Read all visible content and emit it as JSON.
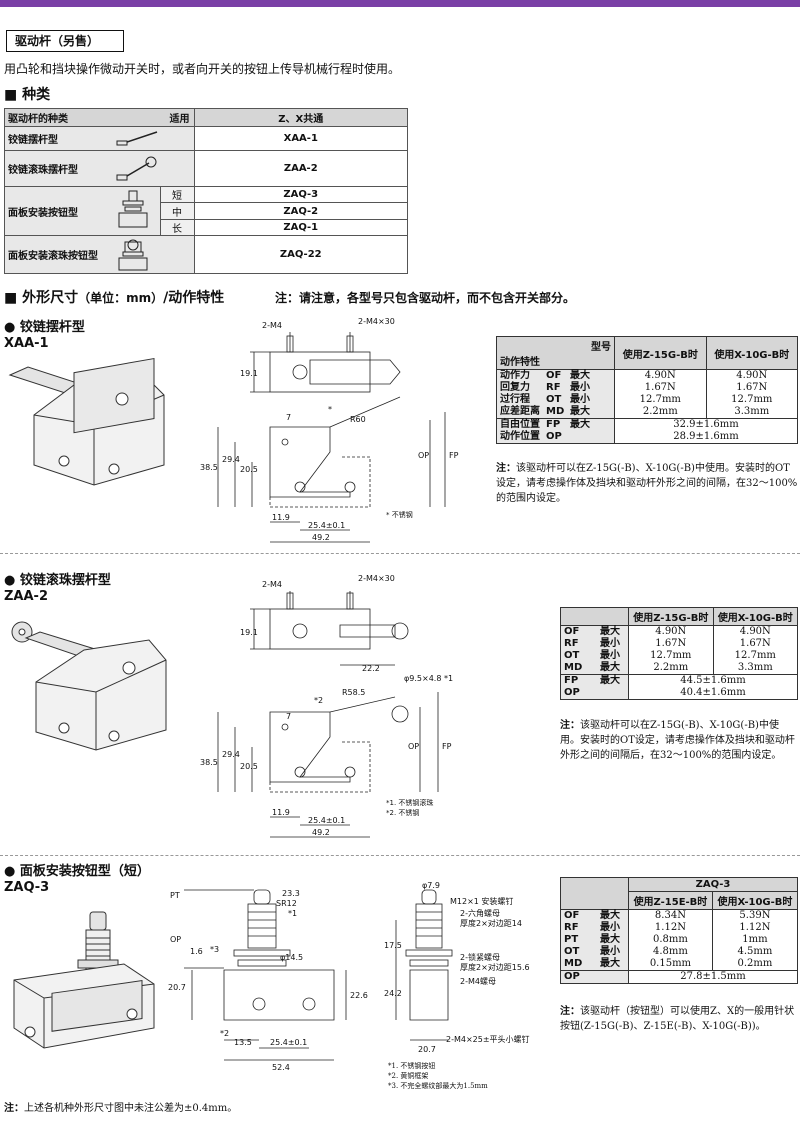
{
  "section_tab": "驱动杆（另售）",
  "intro": "用凸轮和挡块操作微动开关时，或者向开关的按钮上传导机械行程时使用。",
  "kinds_heading": "■ 种类",
  "kinds_table": {
    "col1": "驱动杆的种类",
    "col2": "适用",
    "col3": "Z、X共通",
    "rows": [
      {
        "name": "铰链摆杆型",
        "model": "XAA-1"
      },
      {
        "name": "铰链滚珠摆杆型",
        "model": "ZAA-2"
      },
      {
        "name": "面板安装按钮型",
        "lengths": [
          "短",
          "中",
          "长"
        ],
        "models": [
          "ZAQ-3",
          "ZAQ-2",
          "ZAQ-1"
        ]
      },
      {
        "name": "面板安装滚珠按钮型",
        "model": "ZAQ-22"
      }
    ]
  },
  "dims_heading": "■ 外形尺寸",
  "dims_unit": "（单位：mm）",
  "dims_heading2": "/动作特性",
  "dims_note": "注：请注意，各型号只包含驱动杆，而不包含开关部分。",
  "xaa": {
    "title": "● 铰链摆杆型",
    "model": "XAA-1",
    "table": {
      "h_left_top": "型号",
      "h_left_bottom": "动作特性",
      "h1": "使用Z-15G-B时",
      "h2": "使用X-10G-B时",
      "rows": [
        {
          "name": "动作力",
          "code": "OF",
          "cond": "最大",
          "v1": "4.90N",
          "v2": "4.90N"
        },
        {
          "name": "回复力",
          "code": "RF",
          "cond": "最小",
          "v1": "1.67N",
          "v2": "1.67N"
        },
        {
          "name": "过行程",
          "code": "OT",
          "cond": "最小",
          "v1": "12.7mm",
          "v2": "12.7mm"
        },
        {
          "name": "应差距离",
          "code": "MD",
          "cond": "最大",
          "v1": "2.2mm",
          "v2": "3.3mm"
        }
      ],
      "fp": {
        "name": "自由位置",
        "code": "FP",
        "cond": "最大",
        "v": "32.9±1.6mm"
      },
      "op": {
        "name": "动作位置",
        "code": "OP",
        "v": "28.9±1.6mm"
      }
    },
    "note_label": "注：",
    "note": "该驱动杆可以在Z-15G(-B)、X-10G(-B)中使用。安装时的OT设定，请考虑操作体及挡块和驱动杆外形之间的间隔，在32～100%的范围内设定。",
    "dims": {
      "m4": "2-M4",
      "m4x30": "2-M4×30",
      "d191": "19.1",
      "d7": "7",
      "r60": "R60",
      "star": "*",
      "d294": "29.4",
      "d385": "38.5",
      "d205": "20.5",
      "op": "OP",
      "fp": "FP",
      "d119": "11.9",
      "d254": "25.4±0.1",
      "d492": "49.2",
      "foot": "* 不锈钢"
    }
  },
  "zaa": {
    "title": "● 铰链滚珠摆杆型",
    "model": "ZAA-2",
    "table": {
      "h1": "使用Z-15G-B时",
      "h2": "使用X-10G-B时",
      "rows": [
        {
          "code": "OF",
          "cond": "最大",
          "v1": "4.90N",
          "v2": "4.90N"
        },
        {
          "code": "RF",
          "cond": "最小",
          "v1": "1.67N",
          "v2": "1.67N"
        },
        {
          "code": "OT",
          "cond": "最小",
          "v1": "12.7mm",
          "v2": "12.7mm"
        },
        {
          "code": "MD",
          "cond": "最大",
          "v1": "2.2mm",
          "v2": "3.3mm"
        }
      ],
      "fp": {
        "code": "FP",
        "cond": "最大",
        "v": "44.5±1.6mm"
      },
      "op": {
        "code": "OP",
        "v": "40.4±1.6mm"
      }
    },
    "note_label": "注：",
    "note": "该驱动杆可以在Z-15G(-B)、X-10G(-B)中使用。安装时的OT设定，请考虑操作体及挡块和驱动杆外形之间的间隔后，在32～100%的范围内设定。",
    "dims": {
      "m4": "2-M4",
      "m4x30": "2-M4×30",
      "d191": "19.1",
      "d222": "22.2",
      "roller": "φ9.5×4.8 *1",
      "s2": "*2",
      "r585": "R58.5",
      "d7": "7",
      "d294": "29.4",
      "d385": "38.5",
      "d205": "20.5",
      "op": "OP",
      "fp": "FP",
      "d119": "11.9",
      "d254": "25.4±0.1",
      "d492": "49.2",
      "foot1": "*1. 不锈钢滚珠",
      "foot2": "*2. 不锈钢"
    }
  },
  "zaq": {
    "title": "● 面板安装按钮型（短）",
    "model": "ZAQ-3",
    "table": {
      "h_model": "ZAQ-3",
      "h1": "使用Z-15E-B时",
      "h2": "使用X-10G-B时",
      "rows": [
        {
          "code": "OF",
          "cond": "最大",
          "v1": "8.34N",
          "v2": "5.39N"
        },
        {
          "code": "RF",
          "cond": "最小",
          "v1": "1.12N",
          "v2": "1.12N"
        },
        {
          "code": "PT",
          "cond": "最大",
          "v1": "0.8mm",
          "v2": "1mm"
        },
        {
          "code": "OT",
          "cond": "最小",
          "v1": "4.8mm",
          "v2": "4.5mm"
        },
        {
          "code": "MD",
          "cond": "最大",
          "v1": "0.15mm",
          "v2": "0.2mm"
        }
      ],
      "op": {
        "code": "OP",
        "v": "27.8±1.5mm"
      }
    },
    "note_label": "注：",
    "note": "该驱动杆（按钮型）可以使用Z、X的一般用针状按钮(Z-15G(-B)、Z-15E(-B)、X-10G(-B))。",
    "dims": {
      "pt": "PT",
      "op": "OP",
      "d233": "23.3",
      "sr12": "SR12",
      "s1": "*1",
      "d16": "1.6",
      "s3": "*3",
      "d145": "φ14.5",
      "d207": "20.7",
      "d226": "22.6",
      "s2": "*2",
      "d135": "13.5",
      "d254": "25.4±0.1",
      "d524": "52.4",
      "d79": "φ7.9",
      "m12": "M12×1 安装螺钉",
      "hex": "2-六角螺母",
      "hex2": "厚度2×对边距14",
      "lock": "2-锁紧螺母",
      "lock2": "厚度2×对边距15.6",
      "m4n": "2-M4螺母",
      "d175": "17.5",
      "d242": "24.2",
      "d207b": "20.7",
      "screw": "2-M4×25±平头小螺钉",
      "foot1": "*1. 不锈钢按钮",
      "foot2": "*2. 黄铜框架",
      "foot3": "*3. 不完全螺纹部最大为1.5mm"
    }
  },
  "footer_label": "注：",
  "footer": "上述各机种外形尺寸图中未注公差为±0.4mm。"
}
